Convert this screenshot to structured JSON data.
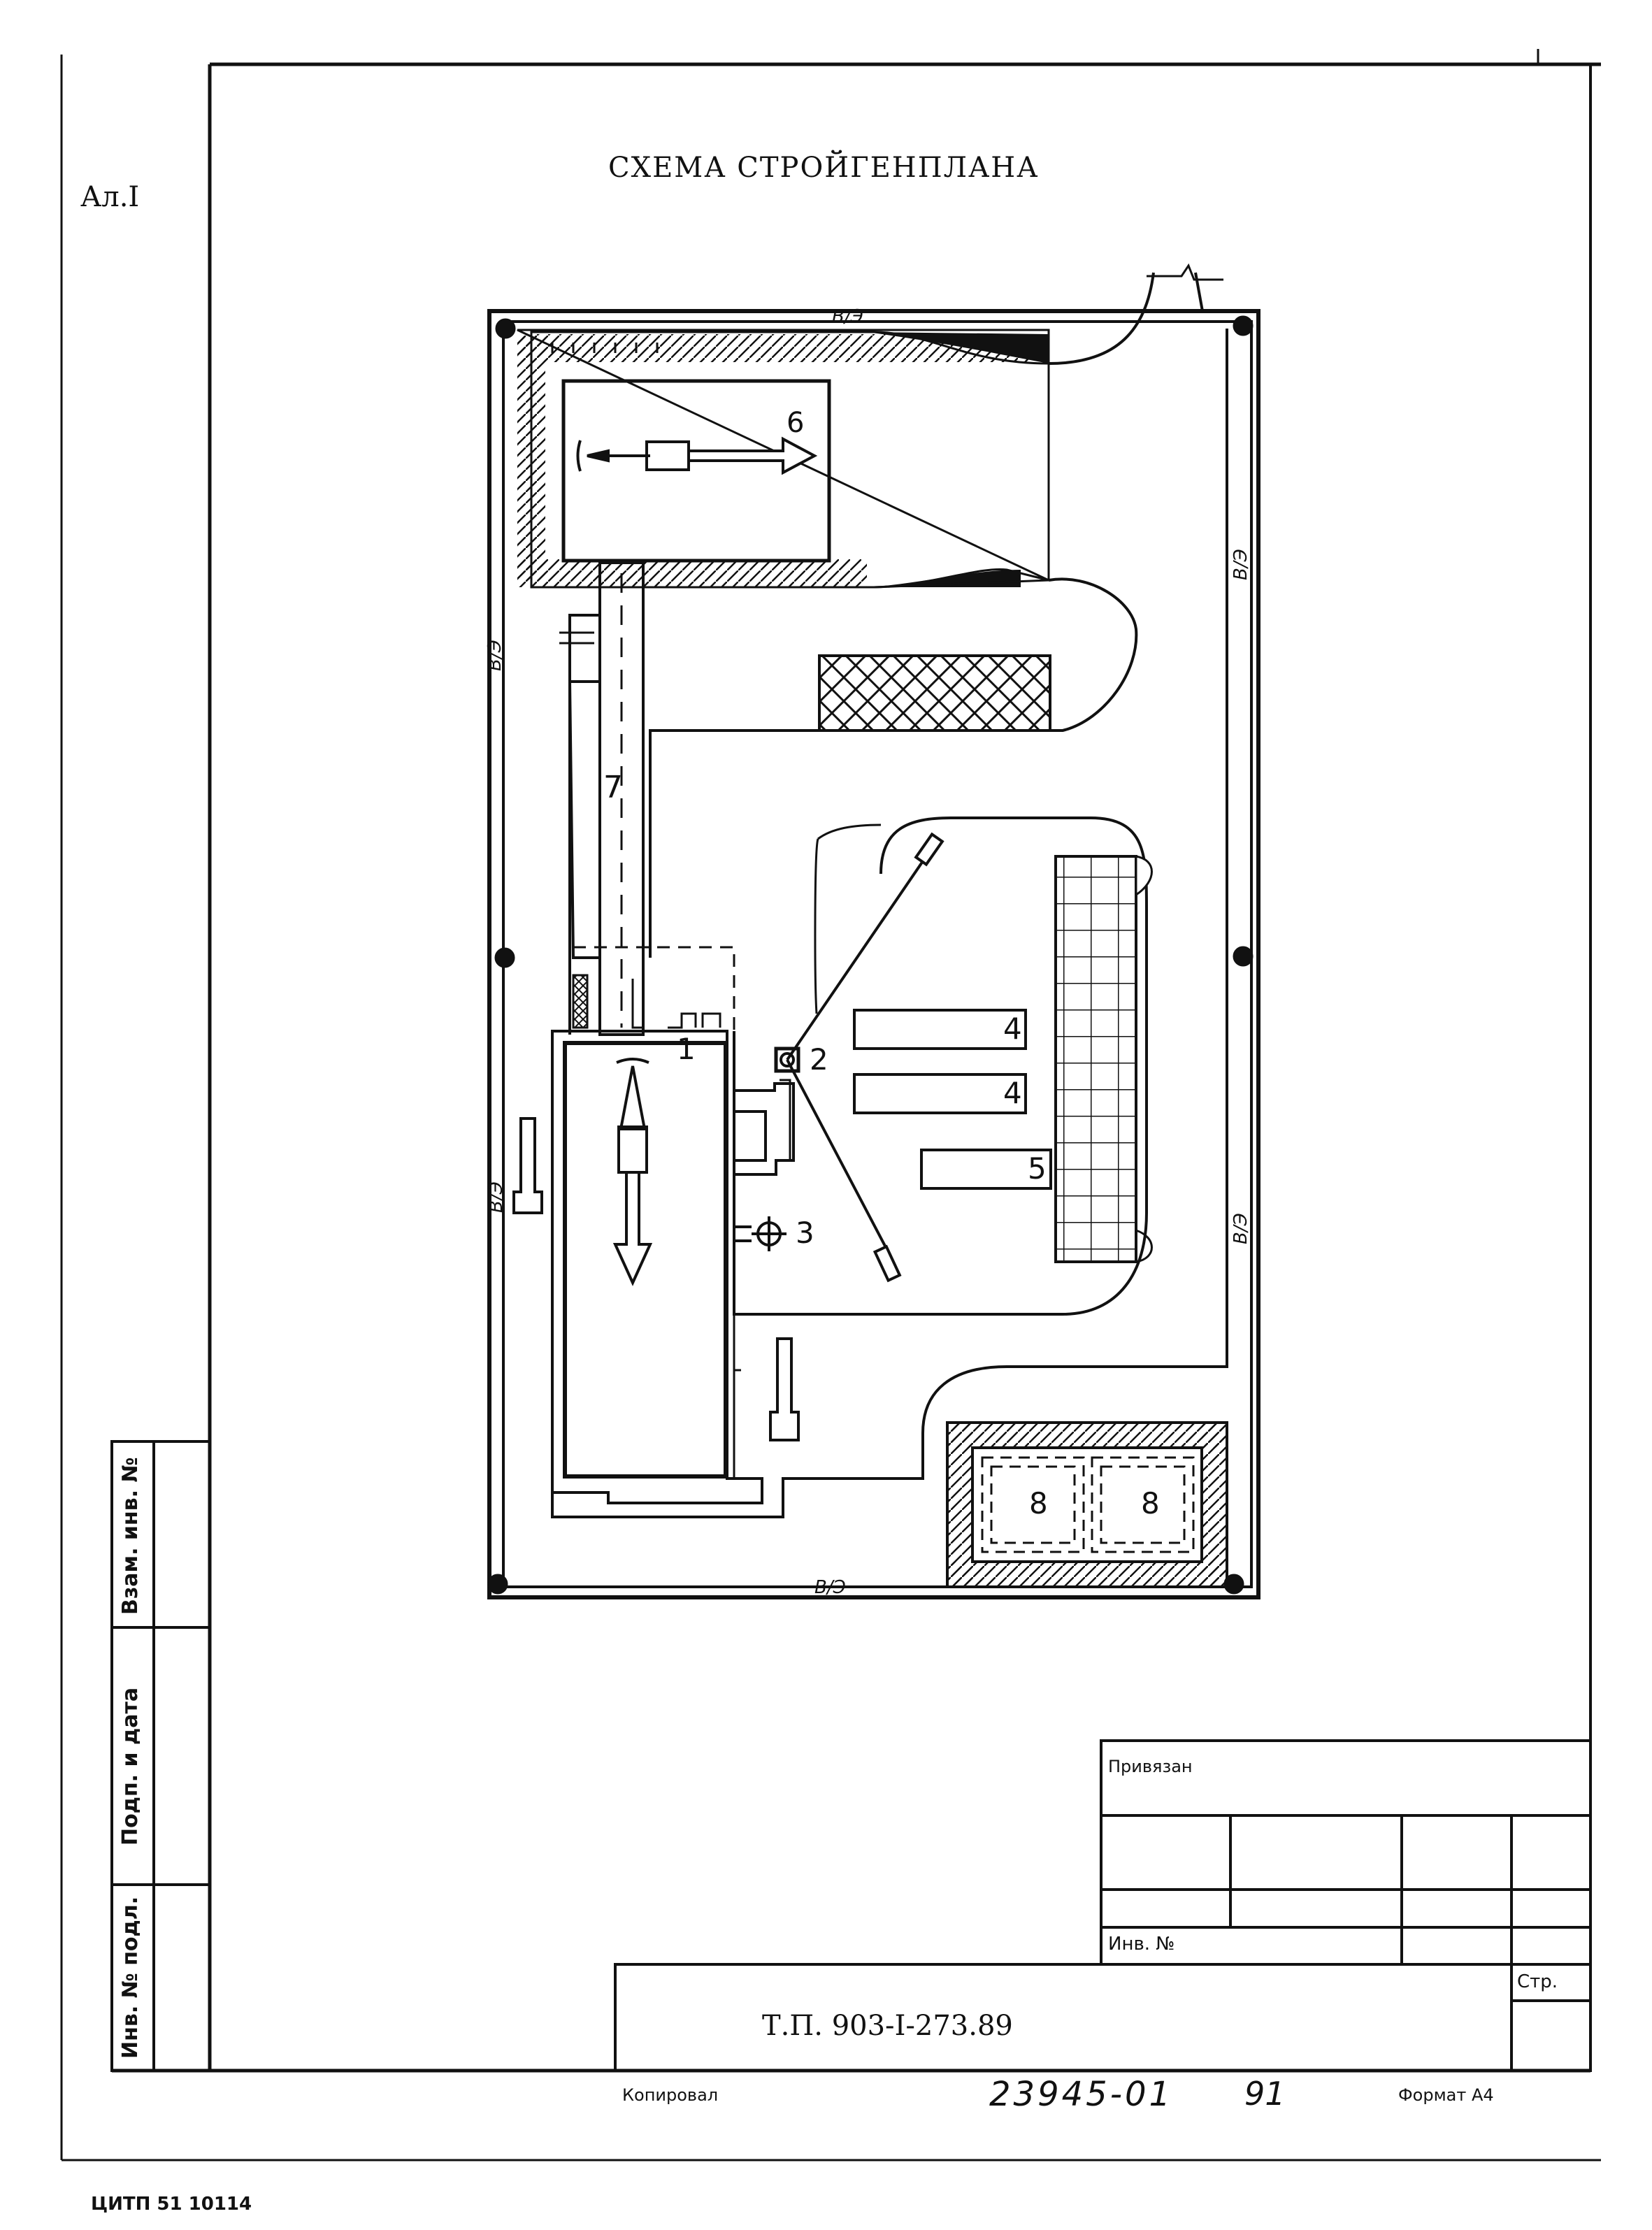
{
  "sheet": {
    "page_tag": "Ал.I",
    "title": "СХЕМА СТРОЙГЕНПЛАНА",
    "footer_code": "ЦИТП 51 10114"
  },
  "plan": {
    "fence_label": "В/Э",
    "numbers": [
      "1",
      "2",
      "3",
      "4",
      "4",
      "5",
      "6",
      "7",
      "8",
      "8"
    ]
  },
  "side_stamp": {
    "labels": [
      "Взам. инв. №",
      "Подп. и дата",
      "Инв. № подл."
    ]
  },
  "title_block": {
    "tied_label": "Привязан",
    "inv_label": "Инв. №",
    "sheet_label": "Стр.",
    "document_code": "Т.П. 903-I-273.89",
    "copied_label": "Копировал",
    "copy_number": "23945-01",
    "sheet_number": "91",
    "format_label": "Формат А4"
  }
}
